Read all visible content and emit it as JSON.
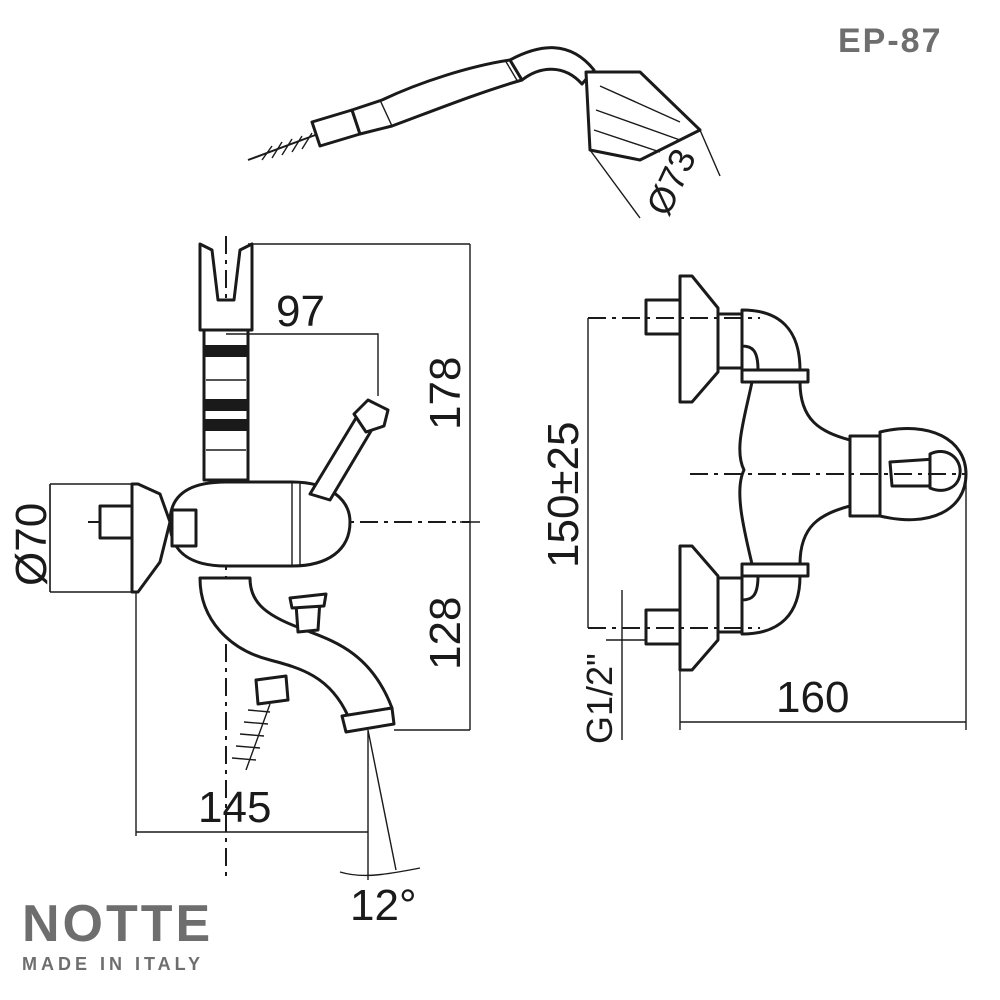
{
  "header": {
    "model_code": "EP-87"
  },
  "brand": {
    "name": "NOTTE",
    "tagline": "MADE IN ITALY"
  },
  "dimensions": {
    "shower_head_diameter": "Ø73",
    "handle_reach": "97",
    "height_above_axis": "178",
    "flange_diameter": "Ø70",
    "height_below_axis": "128",
    "spout_projection": "145",
    "spout_angle": "12°",
    "inlet_spacing": "150±25",
    "thread_size": "G1/2\"",
    "overall_depth": "160"
  }
}
